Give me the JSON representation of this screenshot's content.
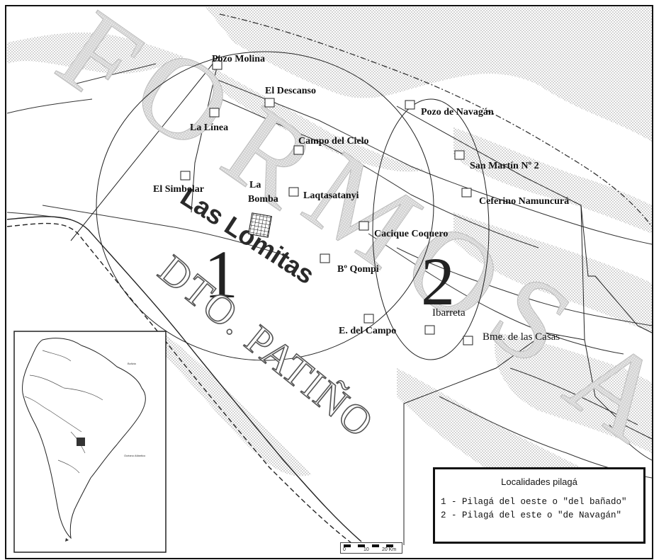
{
  "map": {
    "watermark_province": "FORMOSA",
    "department_label": "DTO. PATIÑO",
    "city_label": "Las Lomitas",
    "region_numbers": [
      "1",
      "2"
    ],
    "localities": [
      {
        "name": "Pozo Molina"
      },
      {
        "name": "El Descanso"
      },
      {
        "name": "La Línea"
      },
      {
        "name": "Campo del Cielo"
      },
      {
        "name": "Pozo de Navagán"
      },
      {
        "name": "San Martín Nº 2"
      },
      {
        "name": "El Simbolar"
      },
      {
        "name": "La"
      },
      {
        "name": "Bomba"
      },
      {
        "name": "Laqtasatanyi"
      },
      {
        "name": "Ceferino Namuncurá"
      },
      {
        "name": "Cacique Coquero"
      },
      {
        "name": "Bº Qompi"
      },
      {
        "name": "Ibarreta"
      },
      {
        "name": "E. del Campo"
      },
      {
        "name": "Bme. de las Casas"
      }
    ],
    "inset": {
      "label_top": "Bolivia",
      "label_right": "Océano Atlántico"
    },
    "scale": {
      "ticks": [
        "0",
        "10",
        "20 Km"
      ]
    },
    "colors": {
      "stipple": "#c8c8c8",
      "watermark": "#bdbdbd",
      "ink": "#1a1a1a"
    }
  },
  "legend": {
    "title": "Localidades pilagá",
    "items": [
      "1 - Pilagá del oeste o \"del bañado\"",
      "2 - Pilagá del este o \"de Navagán\""
    ]
  }
}
